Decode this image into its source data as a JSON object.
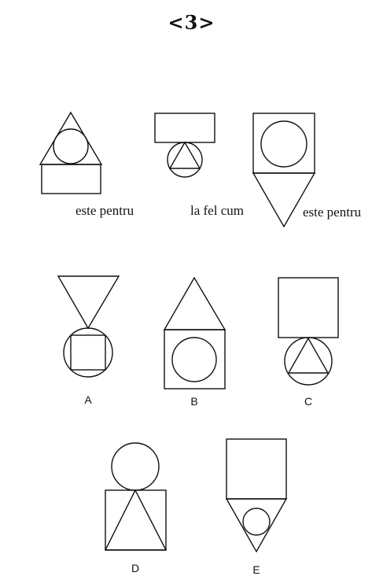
{
  "header": {
    "page_number": "<3>"
  },
  "analogy": {
    "caption_1": "este pentru",
    "caption_2": "la fel cum",
    "caption_3": "este pentru"
  },
  "options": {
    "a": "A",
    "b": "B",
    "c": "C",
    "d": "D",
    "e": "E"
  }
}
